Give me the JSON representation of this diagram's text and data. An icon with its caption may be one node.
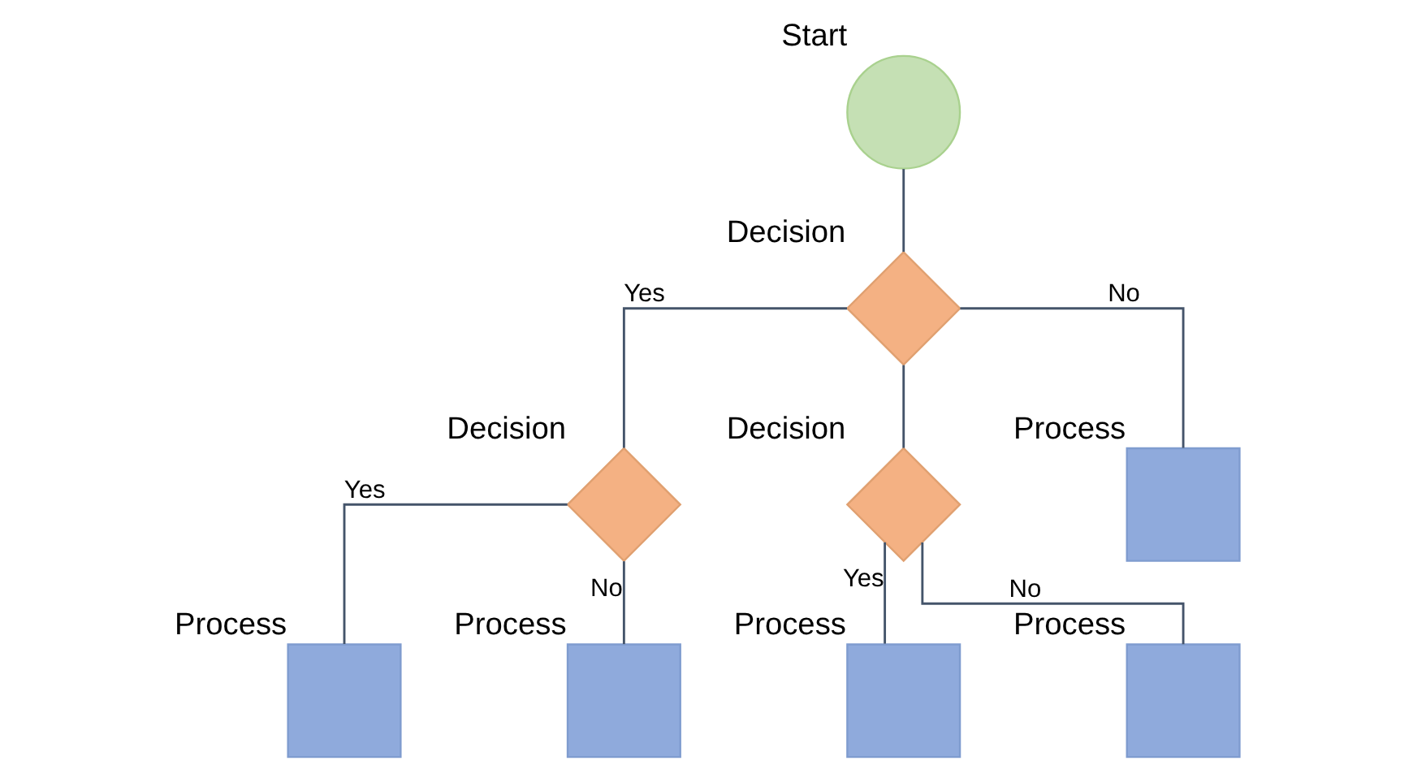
{
  "diagram": {
    "nodes": [
      {
        "text": [
          "Start"
        ]
      },
      {
        "text": [
          "Decision"
        ]
      },
      {
        "text": [
          "Decision"
        ]
      },
      {
        "text": [
          "Decision"
        ]
      },
      {
        "text": [
          "Process"
        ]
      },
      {
        "text": [
          "Process"
        ]
      },
      {
        "text": [
          "Process"
        ]
      },
      {
        "text": [
          "Process"
        ]
      },
      {
        "text": [
          "Process"
        ]
      }
    ],
    "edges": [
      {
        "from": 0,
        "to": 1,
        "arrow": "none"
      },
      {
        "from": 1,
        "to": 2,
        "arrow": "none",
        "label": "Yes"
      },
      {
        "from": 1,
        "to": 3,
        "arrow": "none"
      },
      {
        "from": 1,
        "to": 4,
        "arrow": "none",
        "label": "No"
      },
      {
        "from": 2,
        "to": 5,
        "arrow": "none",
        "label": "Yes"
      },
      {
        "from": 2,
        "to": 6,
        "arrow": "none",
        "label": "No"
      },
      {
        "from": 3,
        "to": 7,
        "arrow": "none",
        "label": "Yes"
      },
      {
        "from": 3,
        "to": 8,
        "arrow": "none",
        "label": "No"
      }
    ]
  }
}
